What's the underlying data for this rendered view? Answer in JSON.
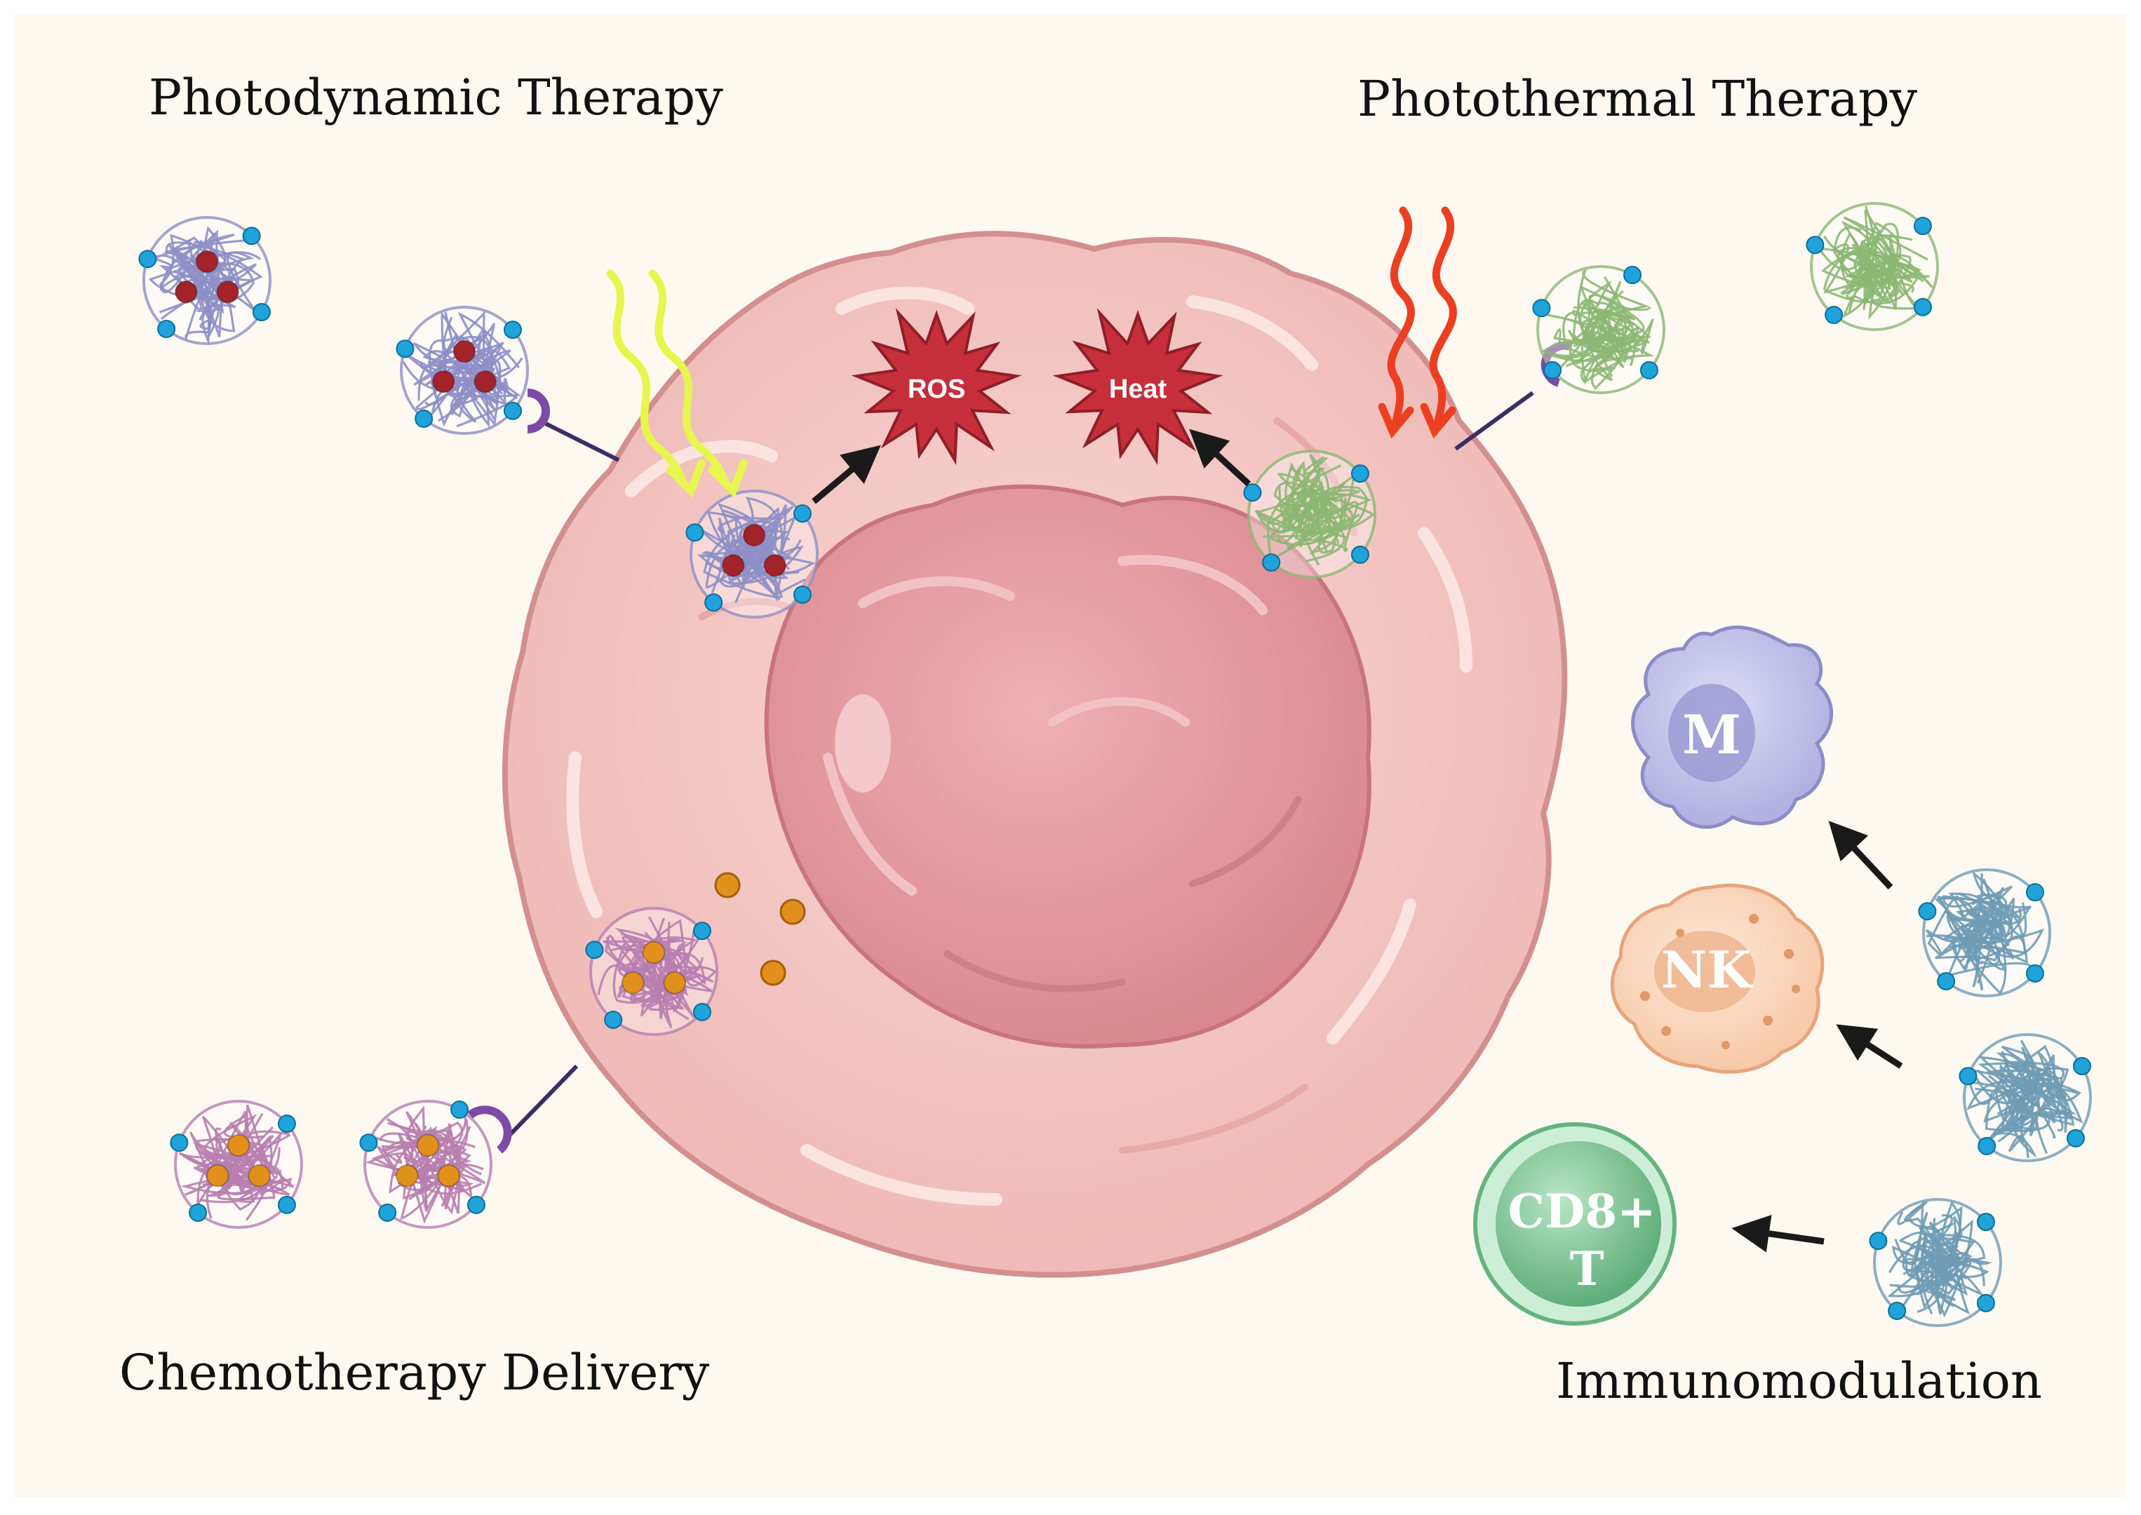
{
  "sections": {
    "photodynamic": "Photodynamic Therapy",
    "photothermal": "Photothermal Therapy",
    "chemotherapy": "Chemotherapy Delivery",
    "immunomodulation": "Immunomodulation"
  },
  "bursts": {
    "ros": "ROS",
    "heat": "Heat"
  },
  "immune_cells": {
    "macrophage": "M",
    "nk": "NK",
    "cd8_line1": "CD8+",
    "cd8_line2": "T"
  },
  "colors": {
    "background": "#fdf9f1",
    "tumor_cell": "#f2c2bf",
    "tumor_outline": "#d38f8e",
    "nucleus": "#e4a0a4",
    "pdt_nanoparticle": "#8e8fc6",
    "ptt_nanoparticle": "#8db774",
    "chemo_nanoparticle": "#b87eb0",
    "immuno_nanoparticle": "#6f9bb5",
    "ligand_dot": "#1fa3da",
    "photosensitizer": "#a3232a",
    "drug": "#e1901c",
    "burst": "#c62f3a",
    "light_pdt": "#e7f64d",
    "light_ptt": "#ec3f22"
  }
}
